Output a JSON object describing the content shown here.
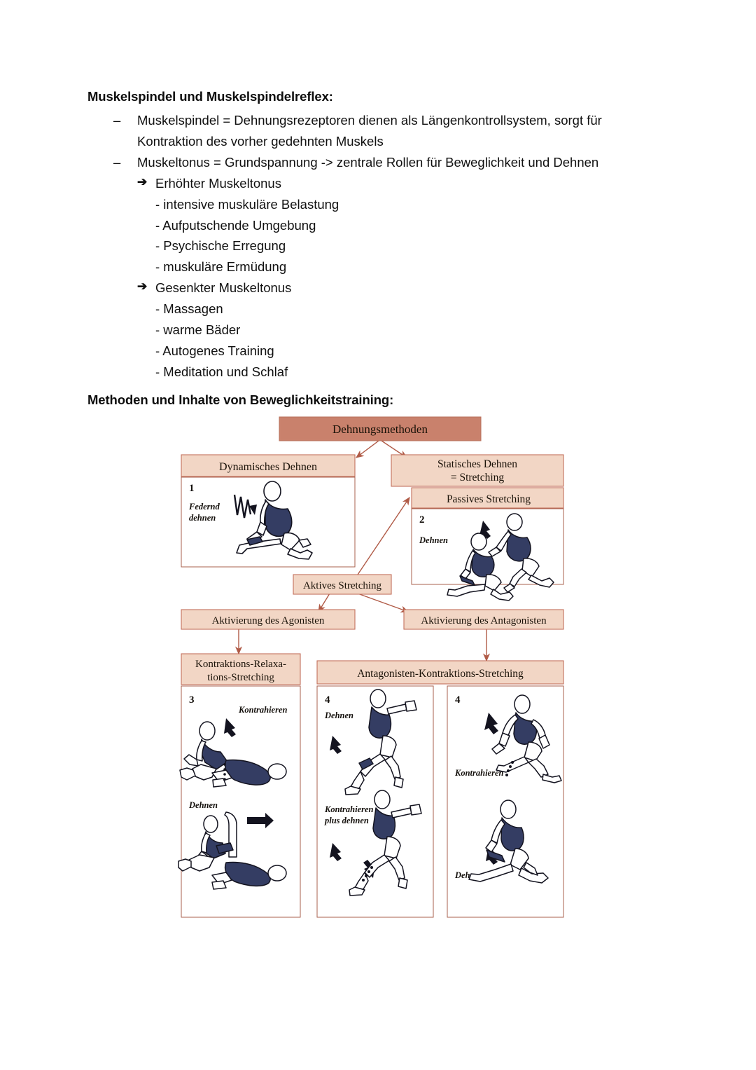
{
  "document": {
    "section1": {
      "heading": "Muskelspindel und Muskelspindelreflex:",
      "bullets": [
        {
          "marker": "–",
          "text": "Muskelspindel = Dehnungsrezeptoren dienen als Längenkontrollsystem, sorgt für Kontraktion des vorher gedehnten Muskels"
        },
        {
          "marker": "–",
          "text": "Muskeltonus = Grundspannung -> zentrale Rollen für Beweglichkeit und Dehnen"
        }
      ],
      "subgroups": [
        {
          "marker": "➔",
          "label": "Erhöhter Muskeltonus",
          "items": [
            "- intensive muskuläre Belastung",
            "- Aufputschende Umgebung",
            "- Psychische Erregung",
            "- muskuläre Ermüdung"
          ]
        },
        {
          "marker": "➔",
          "label": "Gesenkter Muskeltonus",
          "items": [
            "- Massagen",
            "- warme Bäder",
            "- Autogenes Training",
            "- Meditation und Schlaf"
          ]
        }
      ]
    },
    "section2": {
      "heading": "Methoden und Inhalte von Beweglichkeitstraining:"
    }
  },
  "diagram": {
    "title": "Dehnungsmethoden",
    "colors": {
      "root_fill": "#c9816c",
      "box_fill": "#f2d6c5",
      "box_border": "#c2705c",
      "arrow": "#b05a46",
      "panel_border": "#a8604e",
      "figure_fill": "#343d63",
      "figure_outline": "#13131f"
    },
    "nodes": {
      "root": "Dehnungsmethoden",
      "dynamic": "Dynamisches Dehnen",
      "static_line1": "Statisches Dehnen",
      "static_line2": "= Stretching",
      "passive": "Passives Stretching",
      "active": "Aktives Stretching",
      "agonist": "Aktivierung des Agonisten",
      "antagonist": "Aktivierung des Antagonisten",
      "krs_line1": "Kontraktions-Relaxa-",
      "krs_line2": "tions-Stretching",
      "aks": "Antagonisten-Kontraktions-Stretching"
    },
    "panels": [
      {
        "id": "panel-1",
        "number": "1",
        "labels": [
          "Federnd",
          "dehnen"
        ]
      },
      {
        "id": "panel-2",
        "number": "2",
        "labels": [
          "Dehnen"
        ]
      },
      {
        "id": "panel-3",
        "number": "3",
        "labels": [
          "Kontrahieren",
          "Dehnen"
        ]
      },
      {
        "id": "panel-4-middle",
        "number": "4",
        "labels": [
          "Dehnen",
          "Kontrahieren",
          "plus dehnen"
        ]
      },
      {
        "id": "panel-4-right",
        "number": "4",
        "labels": [
          "Kontrahieren",
          "Dehnen"
        ]
      }
    ]
  }
}
